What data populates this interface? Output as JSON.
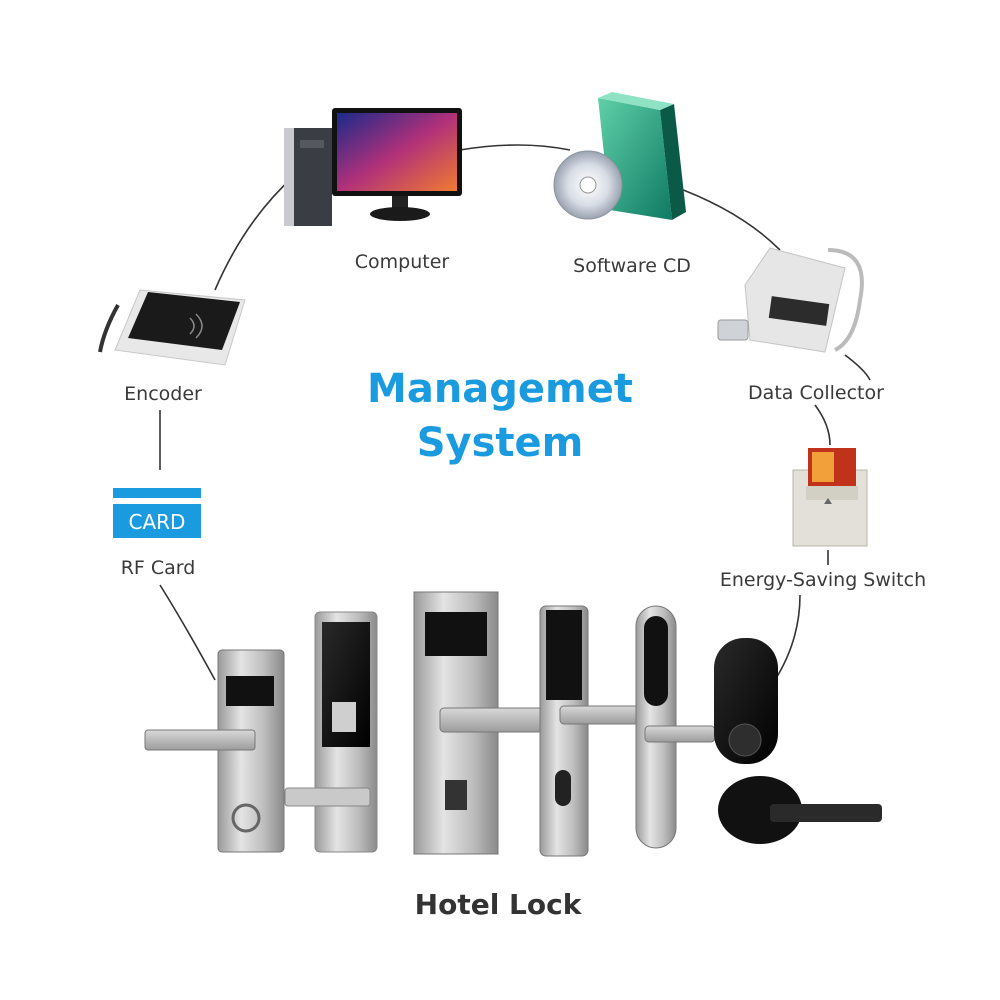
{
  "title": {
    "line1": "Managemet",
    "line2": "System"
  },
  "nodes": {
    "computer": "Computer",
    "software_cd": "Software CD",
    "data_collector": "Data Collector",
    "energy_switch": "Energy-Saving Switch",
    "encoder": "Encoder",
    "rf_card": "RF Card"
  },
  "card_text": "CARD",
  "hotel_lock": "Hotel Lock",
  "colors": {
    "accent": "#1a9be0",
    "line": "#333333"
  }
}
